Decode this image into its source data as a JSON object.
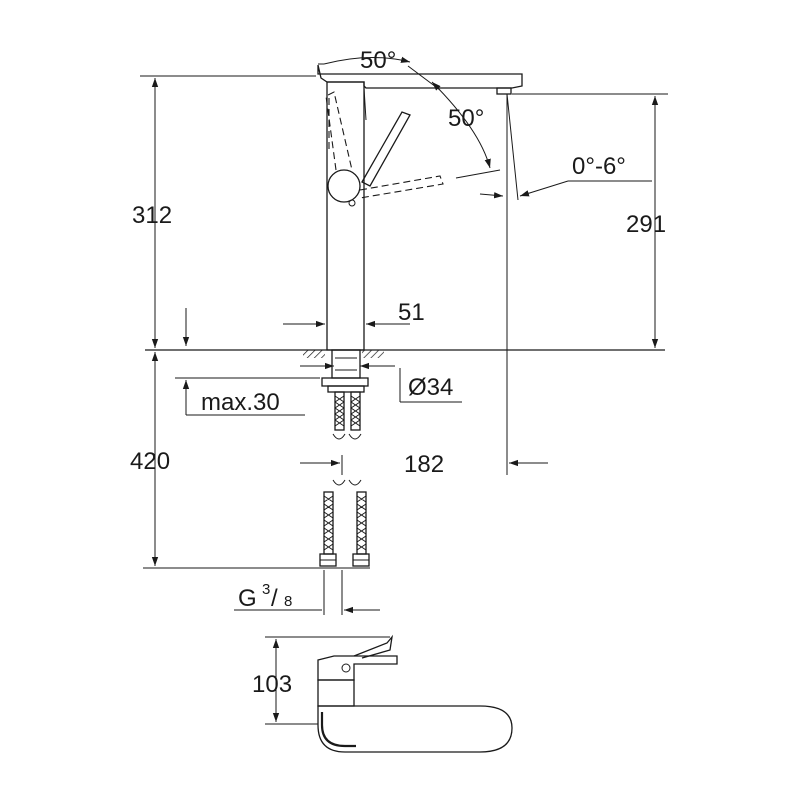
{
  "dimensions": {
    "total_height": "312",
    "spout_height": "291",
    "spout_angle": "0°-6°",
    "lever_angle_top": "50°",
    "lever_angle_side": "50°",
    "body_width": "51",
    "hole_diameter": "Ø34",
    "max_thickness": "max.30",
    "hose_length": "420",
    "reach": "182",
    "connection_prefix": "G",
    "connection_numerator": "3",
    "connection_slash": "/",
    "connection_denominator": "8",
    "top_view_height": "103"
  }
}
